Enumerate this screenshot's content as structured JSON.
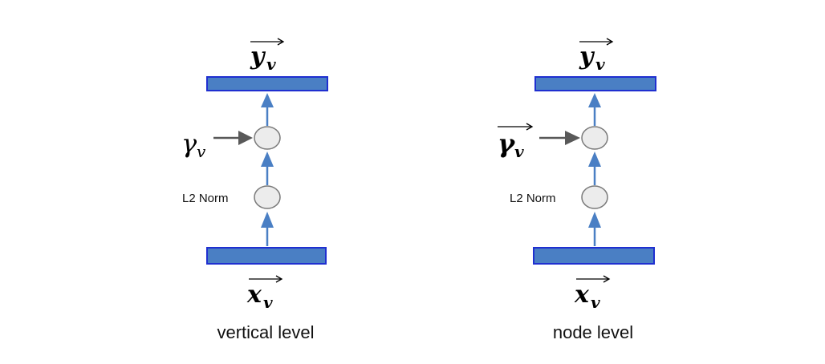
{
  "colors": {
    "layer_fill": "#4a7fc4",
    "layer_stroke": "#1f2fd0",
    "blue_arrow": "#4a7fc4",
    "gray_arrow": "#595959",
    "node_fill": "#ececec",
    "node_stroke": "#7a7a7a"
  },
  "panels": [
    {
      "output_var": "y",
      "output_sub": "v",
      "scale_var": "γ",
      "scale_sub": "v",
      "scale_is_vector": false,
      "norm_label": "L2 Norm",
      "input_var": "x",
      "input_sub": "v",
      "caption": "vertical level"
    },
    {
      "output_var": "y",
      "output_sub": "v",
      "scale_var": "γ",
      "scale_sub": "v",
      "scale_is_vector": true,
      "norm_label": "L2 Norm",
      "input_var": "x",
      "input_sub": "v",
      "caption": "node level"
    }
  ]
}
